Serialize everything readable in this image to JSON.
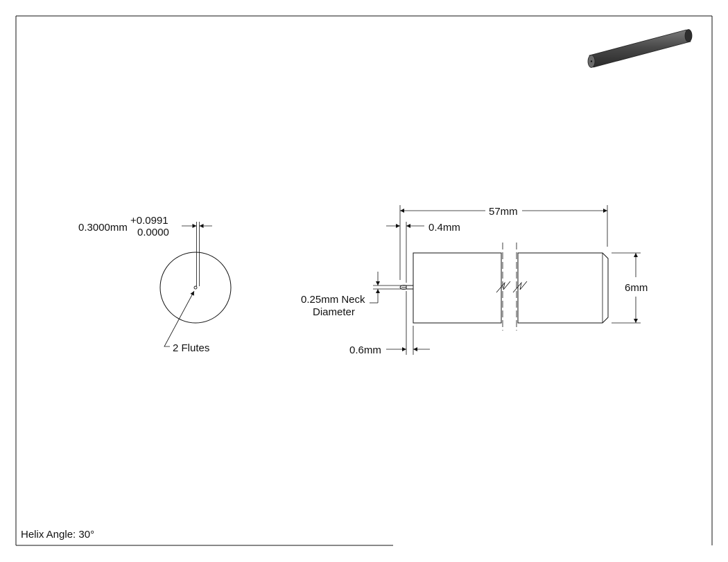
{
  "drawing": {
    "end_view": {
      "diameter_label": "0.3000mm",
      "tol_upper": "+0.0991",
      "tol_lower": "0.0000",
      "flutes_label": "2 Flutes"
    },
    "side_view": {
      "length_label": "57mm",
      "neck_length_label": "0.4mm",
      "neck_diameter_line1": "0.25mm Neck",
      "neck_diameter_line2": "Diameter",
      "tip_length_label": "0.6mm",
      "shank_diameter_label": "6mm"
    },
    "notes": {
      "helix_angle": "Helix Angle: 30°"
    },
    "colors": {
      "line": "#111111",
      "rod_dark": "#3a3a3a",
      "rod_light": "#7a7a7a"
    }
  }
}
